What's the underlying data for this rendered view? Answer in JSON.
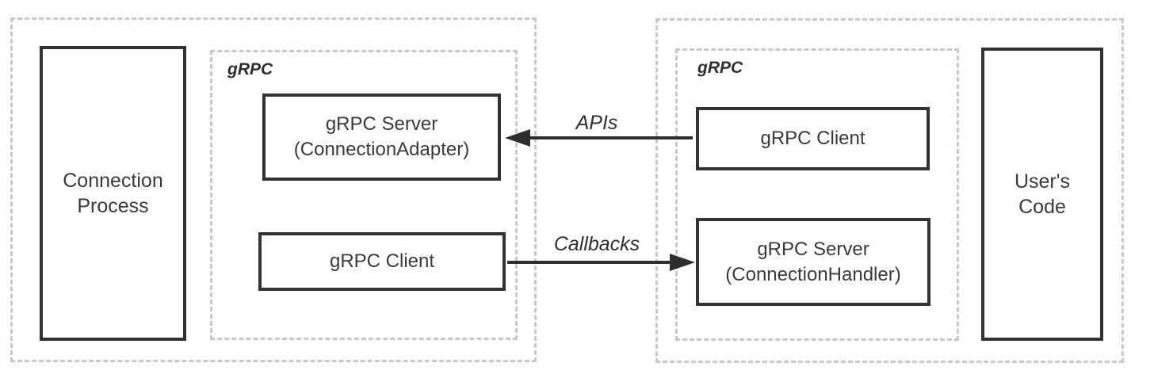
{
  "colors": {
    "box_border": "#333333",
    "dashed_border": "#c9c9c9",
    "text": "#3a3a3a",
    "arrow": "#2e2e2e",
    "background": "#ffffff"
  },
  "left_group": {
    "process_label_line1": "Connection",
    "process_label_line2": "Process",
    "grpc_label": "gRPC",
    "server_line1": "gRPC Server",
    "server_line2": "(ConnectionAdapter)",
    "client_label": "gRPC Client"
  },
  "right_group": {
    "grpc_label": "gRPC",
    "client_label": "gRPC Client",
    "server_line1": "gRPC Server",
    "server_line2": "(ConnectionHandler)",
    "code_label_line1": "User's",
    "code_label_line2": "Code"
  },
  "arrows": {
    "apis_label": "APIs",
    "callbacks_label": "Callbacks"
  }
}
